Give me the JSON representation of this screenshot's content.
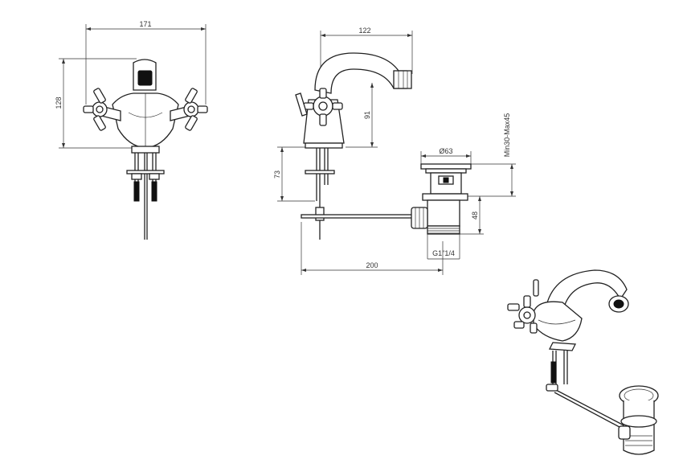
{
  "dimensions": {
    "front_width": "171",
    "front_height": "128",
    "side_spout_reach": "122",
    "side_spout_height": "91",
    "deck_depth": "73",
    "waste_diameter": "Ø63",
    "waste_adjust_range": "Min30-Max45",
    "waste_body_height": "48",
    "waste_thread": "G1\"1/4",
    "rod_length": "200"
  }
}
